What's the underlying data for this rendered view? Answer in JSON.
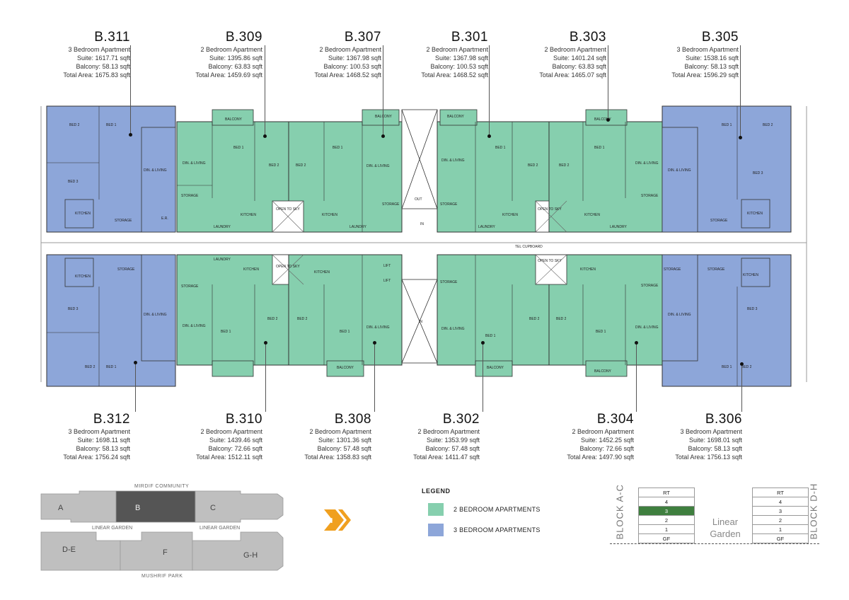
{
  "units_top": [
    {
      "code": "B.311",
      "type": "3 Bedroom Apartment",
      "suite": "Suite: 1617.71 sqft",
      "balcony": "Balcony: 58.13 sqft",
      "total": "Total Area: 1675.83 sqft"
    },
    {
      "code": "B.309",
      "type": "2 Bedroom Apartment",
      "suite": "Suite: 1395.86 sqft",
      "balcony": "Balcony: 63.83 sqft",
      "total": "Total Area: 1459.69 sqft"
    },
    {
      "code": "B.307",
      "type": "2 Bedroom Apartment",
      "suite": "Suite: 1367.98 sqft",
      "balcony": "Balcony: 100.53 sqft",
      "total": "Total Area: 1468.52 sqft"
    },
    {
      "code": "B.301",
      "type": "2 Bedroom Apartment",
      "suite": "Suite: 1367.98 sqft",
      "balcony": "Balcony: 100.53 sqft",
      "total": "Total Area: 1468.52 sqft"
    },
    {
      "code": "B.303",
      "type": "2 Bedroom Apartment",
      "suite": "Suite: 1401.24 sqft",
      "balcony": "Balcony: 63.83 sqft",
      "total": "Total Area: 1465.07 sqft"
    },
    {
      "code": "B.305",
      "type": "3 Bedroom Apartment",
      "suite": "Suite: 1538.16 sqft",
      "balcony": "Balcony: 58.13 sqft",
      "total": "Total Area: 1596.29 sqft"
    }
  ],
  "units_bottom": [
    {
      "code": "B.312",
      "type": "3 Bedroom Apartment",
      "suite": "Suite: 1698.11 sqft",
      "balcony": "Balcony: 58.13 sqft",
      "total": "Total Area: 1756.24 sqft"
    },
    {
      "code": "B.310",
      "type": "2 Bedroom Apartment",
      "suite": "Suite: 1439.46 sqft",
      "balcony": "Balcony: 72.66 sqft",
      "total": "Total Area: 1512.11 sqft"
    },
    {
      "code": "B.308",
      "type": "2 Bedroom Apartment",
      "suite": "Suite: 1301.36 sqft",
      "balcony": "Balcony: 57.48 sqft",
      "total": "Total Area: 1358.83 sqft"
    },
    {
      "code": "B.302",
      "type": "2 Bedroom Apartment",
      "suite": "Suite: 1353.99 sqft",
      "balcony": "Balcony: 57.48 sqft",
      "total": "Total Area: 1411.47 sqft"
    },
    {
      "code": "B.304",
      "type": "2 Bedroom Apartment",
      "suite": "Suite: 1452.25 sqft",
      "balcony": "Balcony: 72.66 sqft",
      "total": "Total Area: 1497.90 sqft"
    },
    {
      "code": "B.306",
      "type": "3 Bedroom Apartment",
      "suite": "Suite: 1698.01 sqft",
      "balcony": "Balcony: 58.13 sqft",
      "total": "Total Area: 1756.13 sqft"
    }
  ],
  "floorplan_labels": {
    "balcony": "BALCONY",
    "bed1": "BED 1",
    "bed2": "BED 2",
    "bed3": "BED 3",
    "din_living": "DIN. & LIVING",
    "kitchen": "KITCHEN",
    "storage": "STORAGE",
    "laundry": "LAUNDRY",
    "open_to_sky": "OPEN TO SKY",
    "lift": "LIFT",
    "out": "OUT",
    "in": "IN",
    "tel_cupboard": "TEL CUPBOARD",
    "er": "E.R."
  },
  "keyplan": {
    "top_label": "MIRDIF COMMUNITY",
    "bottom_label": "MUSHRIF PARK",
    "garden_left": "LINEAR GARDEN",
    "garden_right": "LINEAR GARDEN",
    "blocks": [
      "A",
      "B",
      "C",
      "D-E",
      "F",
      "G-H"
    ]
  },
  "north_label": "N",
  "legend": {
    "title": "LEGEND",
    "items": [
      {
        "label": "2 BEDROOM APARTMENTS",
        "color": "#86cfae"
      },
      {
        "label": "3 BEDROOM APARTMENTS",
        "color": "#8da6d9"
      }
    ]
  },
  "block_ac": {
    "name": "BLOCK A-C",
    "floors": [
      "RT",
      "4",
      "3",
      "2",
      "1",
      "GF"
    ],
    "active": "3"
  },
  "block_dh": {
    "name": "BLOCK D-H",
    "floors": [
      "RT",
      "4",
      "3",
      "2",
      "1",
      "GF"
    ]
  },
  "garden_label": "Linear\nGarden",
  "colors": {
    "two_bed": "#86cfae",
    "three_bed": "#8da6d9",
    "active_floor": "#3f7f3f",
    "keyplan_block": "#bfbfbf",
    "keyplan_active": "#555555",
    "north_icon": "#f0a020"
  }
}
